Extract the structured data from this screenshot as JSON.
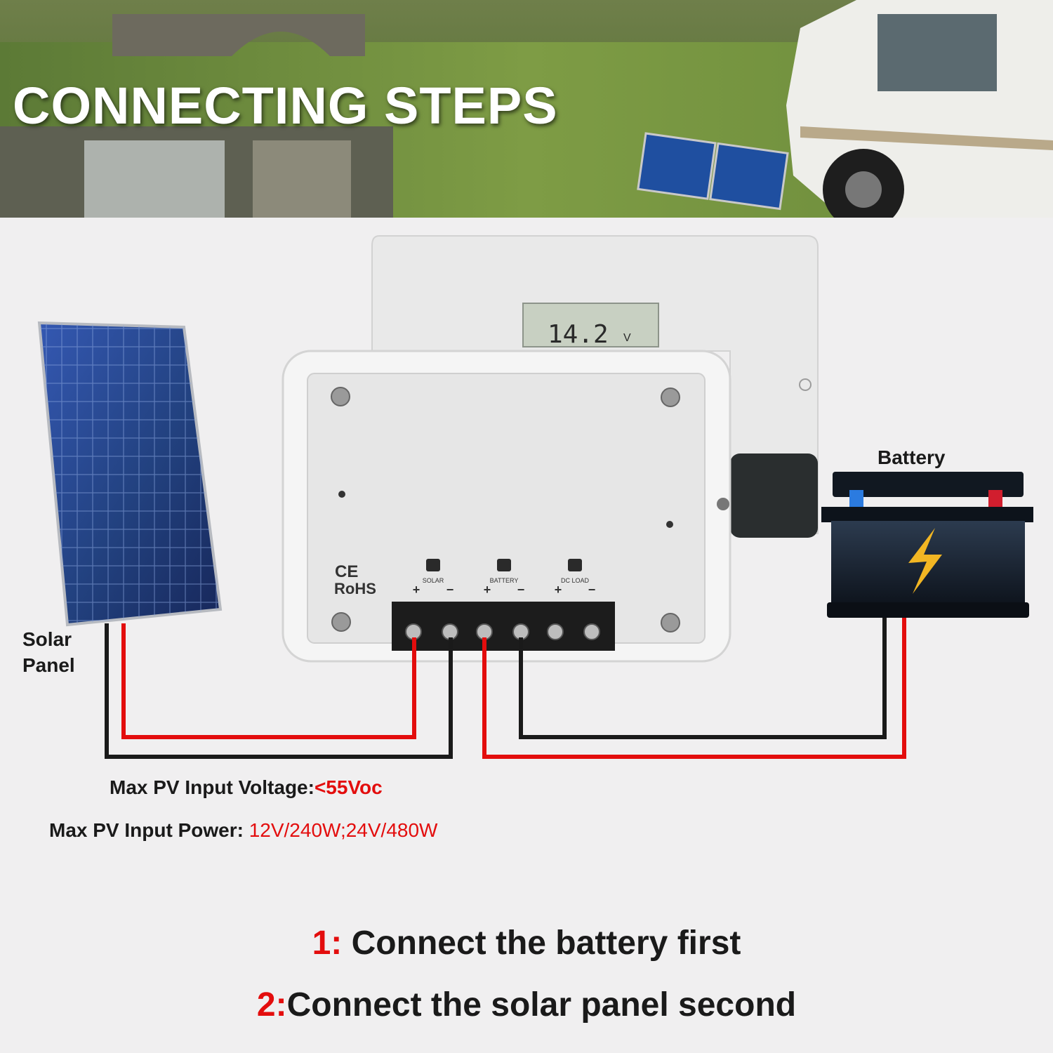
{
  "banner": {
    "title": "CONNECTING STEPS"
  },
  "controller": {
    "display_reading": "14.2",
    "display_unit": "V",
    "marks": {
      "ce": "CE",
      "rohs": "RoHS"
    },
    "terminals": [
      {
        "name": "SOLAR",
        "icon": "solar-panel-icon",
        "plus": "+",
        "minus": "−"
      },
      {
        "name": "BATTERY",
        "icon": "battery-icon",
        "plus": "+",
        "minus": "−"
      },
      {
        "name": "DC LOAD",
        "icon": "light-bulb-icon",
        "plus": "+",
        "minus": "−"
      }
    ]
  },
  "labels": {
    "solar_panel": "Solar\nPanel",
    "battery": "Battery"
  },
  "specs": [
    {
      "label": "Max PV Input Voltage:",
      "value": "<55Voc"
    },
    {
      "label": "Max PV Input Power: ",
      "value": "12V/240W;24V/480W"
    }
  ],
  "steps": [
    {
      "num": "1:",
      "text": " Connect the battery first"
    },
    {
      "num": "2:",
      "text": "Connect the solar panel second"
    }
  ],
  "colors": {
    "positive_wire": "#e30d0d",
    "negative_wire": "#1a1a1a",
    "accent": "#e30d0d"
  }
}
